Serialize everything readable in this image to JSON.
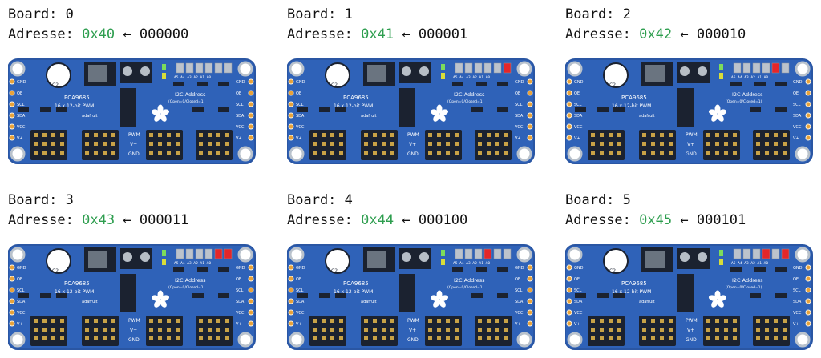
{
  "labels": {
    "board_prefix": "Board:",
    "address_prefix": "Adresse:",
    "arrow": "←"
  },
  "pcb_text": {
    "chip": "PCA9685",
    "pwm_desc": "16 x 12-bit PWM",
    "i2c": "I2C Address",
    "i2c_sub": "(Open=0/Closed=1)",
    "brand": "adafruit",
    "left_pins": [
      "GND",
      "OE",
      "SCL",
      "SDA",
      "VCC",
      "V+"
    ],
    "right_pins": [
      "GND",
      "OE",
      "SCL",
      "SDA",
      "VCC",
      "V+"
    ],
    "pwm": "PWM",
    "vplus": "V+",
    "gnd": "GND",
    "jumper_labels": "A5 A4 A3 A2 A1 A0",
    "c2": "C2",
    "vcc_side": "VCC"
  },
  "colors": {
    "pcb": "#2f62b8",
    "pcb_edge": "#2a56a3",
    "hex_green": "#2e9e4f",
    "jumper_open": "#bcc3cc",
    "jumper_closed": "#e4262a",
    "arrow_red": "#e4262a"
  },
  "boards": [
    {
      "board": "0",
      "address": "0x40",
      "bits": "000000"
    },
    {
      "board": "1",
      "address": "0x41",
      "bits": "000001"
    },
    {
      "board": "2",
      "address": "0x42",
      "bits": "000010"
    },
    {
      "board": "3",
      "address": "0x43",
      "bits": "000011"
    },
    {
      "board": "4",
      "address": "0x44",
      "bits": "000100"
    },
    {
      "board": "5",
      "address": "0x45",
      "bits": "000101"
    }
  ]
}
